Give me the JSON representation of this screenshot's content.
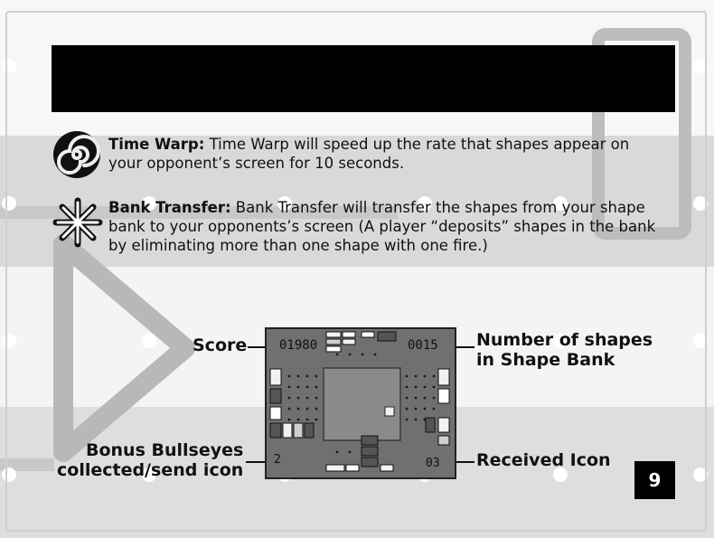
{
  "entries": [
    {
      "title": "Time Warp:",
      "text": " Time Warp will speed up the rate that shapes appear on your opponent’s screen for 10 seconds.",
      "icon": "spiral-icon"
    },
    {
      "title": "Bank Transfer:",
      "text": " Bank Transfer will transfer the shapes from your shape bank to your opponents’s screen (A player “deposits” shapes in the bank by eliminating more than one shape with one fire.)",
      "icon": "starburst-icon"
    }
  ],
  "diagram": {
    "label_score": "Score",
    "label_shapes_line1": "Number of shapes",
    "label_shapes_line2": "in Shape Bank",
    "label_bonus_line1": "Bonus Bullseyes",
    "label_bonus_line2": "collected/send icon",
    "label_received": "Received Icon",
    "screen_score": "01980",
    "screen_bank": "0015",
    "screen_received": "03",
    "screen_bonus": "2"
  },
  "page_number": "9",
  "colors": {
    "header": "#000000",
    "screen_bg": "#6e6e6e",
    "center_box": "#888888"
  }
}
